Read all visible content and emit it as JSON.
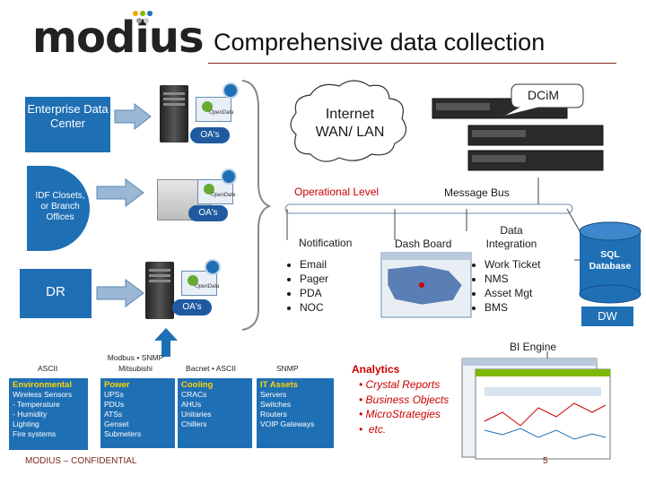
{
  "logo": {
    "text": "modius",
    "colors": [
      "#f2a900",
      "#7fb800",
      "#1f6fb5",
      "#999999",
      "#cccccc"
    ]
  },
  "title": "Comprehensive data collection",
  "sources": {
    "enterprise": "Enterprise Data Center",
    "idf_branch": "IDF Closets, or Branch Offices",
    "dr": "DR"
  },
  "oa_label": "OA's",
  "cloud": {
    "line1": "Internet",
    "line2": "WAN/ LAN"
  },
  "dcim": "DCiM",
  "operational_level": "Operational Level",
  "message_bus": "Message Bus",
  "bus_items": {
    "notification": "Notification",
    "dashboard": "Dash Board",
    "data_integration": "Data Integration"
  },
  "notification_list": [
    "Email",
    "Pager",
    "PDA",
    "NOC"
  ],
  "integration_list": [
    "Work Ticket",
    "NMS",
    "Asset Mgt",
    "BMS"
  ],
  "sql_db": "SQL Database",
  "dw": "DW",
  "bi_engine": "BI Engine",
  "analytics": {
    "title": "Analytics",
    "items": [
      "Crystal Reports",
      "Business Objects",
      "MicroStrategies",
      "etc."
    ]
  },
  "protocols": {
    "ascii": "ASCII",
    "modbus": "Modbus • SNMP",
    "mitsubishi": "Mitsubishi",
    "bacnet": "Bacnet • ASCII",
    "snmp": "SNMP"
  },
  "boxes": [
    {
      "title": "Environmental",
      "items": [
        "Wireless Sensors",
        "- Temperature",
        "- Humidity",
        "Lighting",
        "Fire systems"
      ]
    },
    {
      "title": "Power",
      "items": [
        "UPSs",
        "PDUs",
        "ATSs",
        "Genset",
        "Submeters"
      ]
    },
    {
      "title": "Cooling",
      "items": [
        "CRACs",
        "AHUs",
        "Unitaries",
        "Chillers"
      ]
    },
    {
      "title": "IT Assets",
      "items": [
        "Servers",
        "Switches",
        "Routers",
        "VOIP Gateways"
      ]
    }
  ],
  "footer": "MODIUS – CONFIDENTIAL",
  "page_number": "5",
  "colors": {
    "accent_blue": "#1f6fb5",
    "title_rule": "#7a2a1a",
    "highlight_yellow": "#ffd400",
    "red": "#cc0000"
  }
}
